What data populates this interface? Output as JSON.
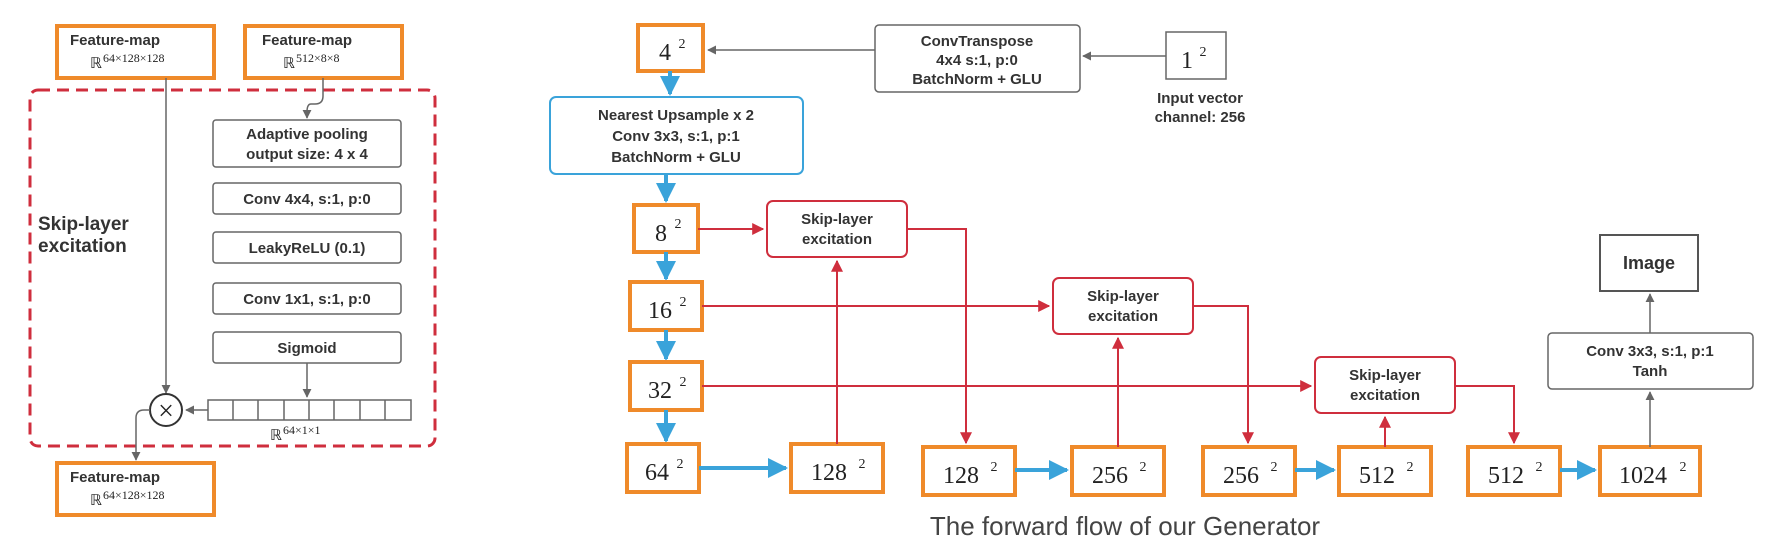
{
  "left_panel": {
    "input_a": {
      "title": "Feature-map",
      "dims": "64×128×128"
    },
    "input_b": {
      "title": "Feature-map",
      "dims": "512×8×8"
    },
    "group_label_line1": "Skip-layer",
    "group_label_line2": "excitation",
    "ops": [
      {
        "line1": "Adaptive pooling",
        "line2": "output size: 4 x 4"
      },
      {
        "line1": "Conv 4x4, s:1, p:0",
        "line2": ""
      },
      {
        "line1": "LeakyReLU (0.1)",
        "line2": ""
      },
      {
        "line1": "Conv 1x1, s:1, p:0",
        "line2": ""
      },
      {
        "line1": "Sigmoid",
        "line2": ""
      }
    ],
    "multiply_symbol": "×",
    "vector_dims": "64×1×1",
    "output": {
      "title": "Feature-map",
      "dims": "64×128×128"
    },
    "real_symbol": "ℝ"
  },
  "generator": {
    "input_res": {
      "base": "1",
      "exp": "2"
    },
    "input_caption_line1": "Input vector",
    "input_caption_line2": "channel: 256",
    "conv_transpose": {
      "line1": "ConvTranspose",
      "line2": "4x4 s:1, p:0",
      "line3": "BatchNorm + GLU"
    },
    "upsample": {
      "line1": "Nearest Upsample x 2",
      "line2": "Conv 3x3, s:1, p:1",
      "line3": "BatchNorm + GLU"
    },
    "column_res": [
      {
        "base": "4",
        "exp": "2"
      },
      {
        "base": "8",
        "exp": "2"
      },
      {
        "base": "16",
        "exp": "2"
      },
      {
        "base": "32",
        "exp": "2"
      },
      {
        "base": "64",
        "exp": "2"
      }
    ],
    "bottom_res": [
      {
        "base": "128",
        "exp": "2"
      },
      {
        "base": "128",
        "exp": "2"
      },
      {
        "base": "256",
        "exp": "2"
      },
      {
        "base": "256",
        "exp": "2"
      },
      {
        "base": "512",
        "exp": "2"
      },
      {
        "base": "512",
        "exp": "2"
      },
      {
        "base": "1024",
        "exp": "2"
      }
    ],
    "sle_line1": "Skip-layer",
    "sle_line2": "excitation",
    "final_conv": {
      "line1": "Conv 3x3, s:1, p:1",
      "line2": "Tanh"
    },
    "image_label": "Image",
    "caption": "The forward flow of our Generator",
    "colors": {
      "feature_box": "#ef8a2a",
      "skip_arrow": "#cf2e3d",
      "flow_arrow": "#3aa3da",
      "upsample_border": "#3aa3da",
      "group_dash": "#cf2e3d",
      "neutral": "#666666"
    }
  }
}
